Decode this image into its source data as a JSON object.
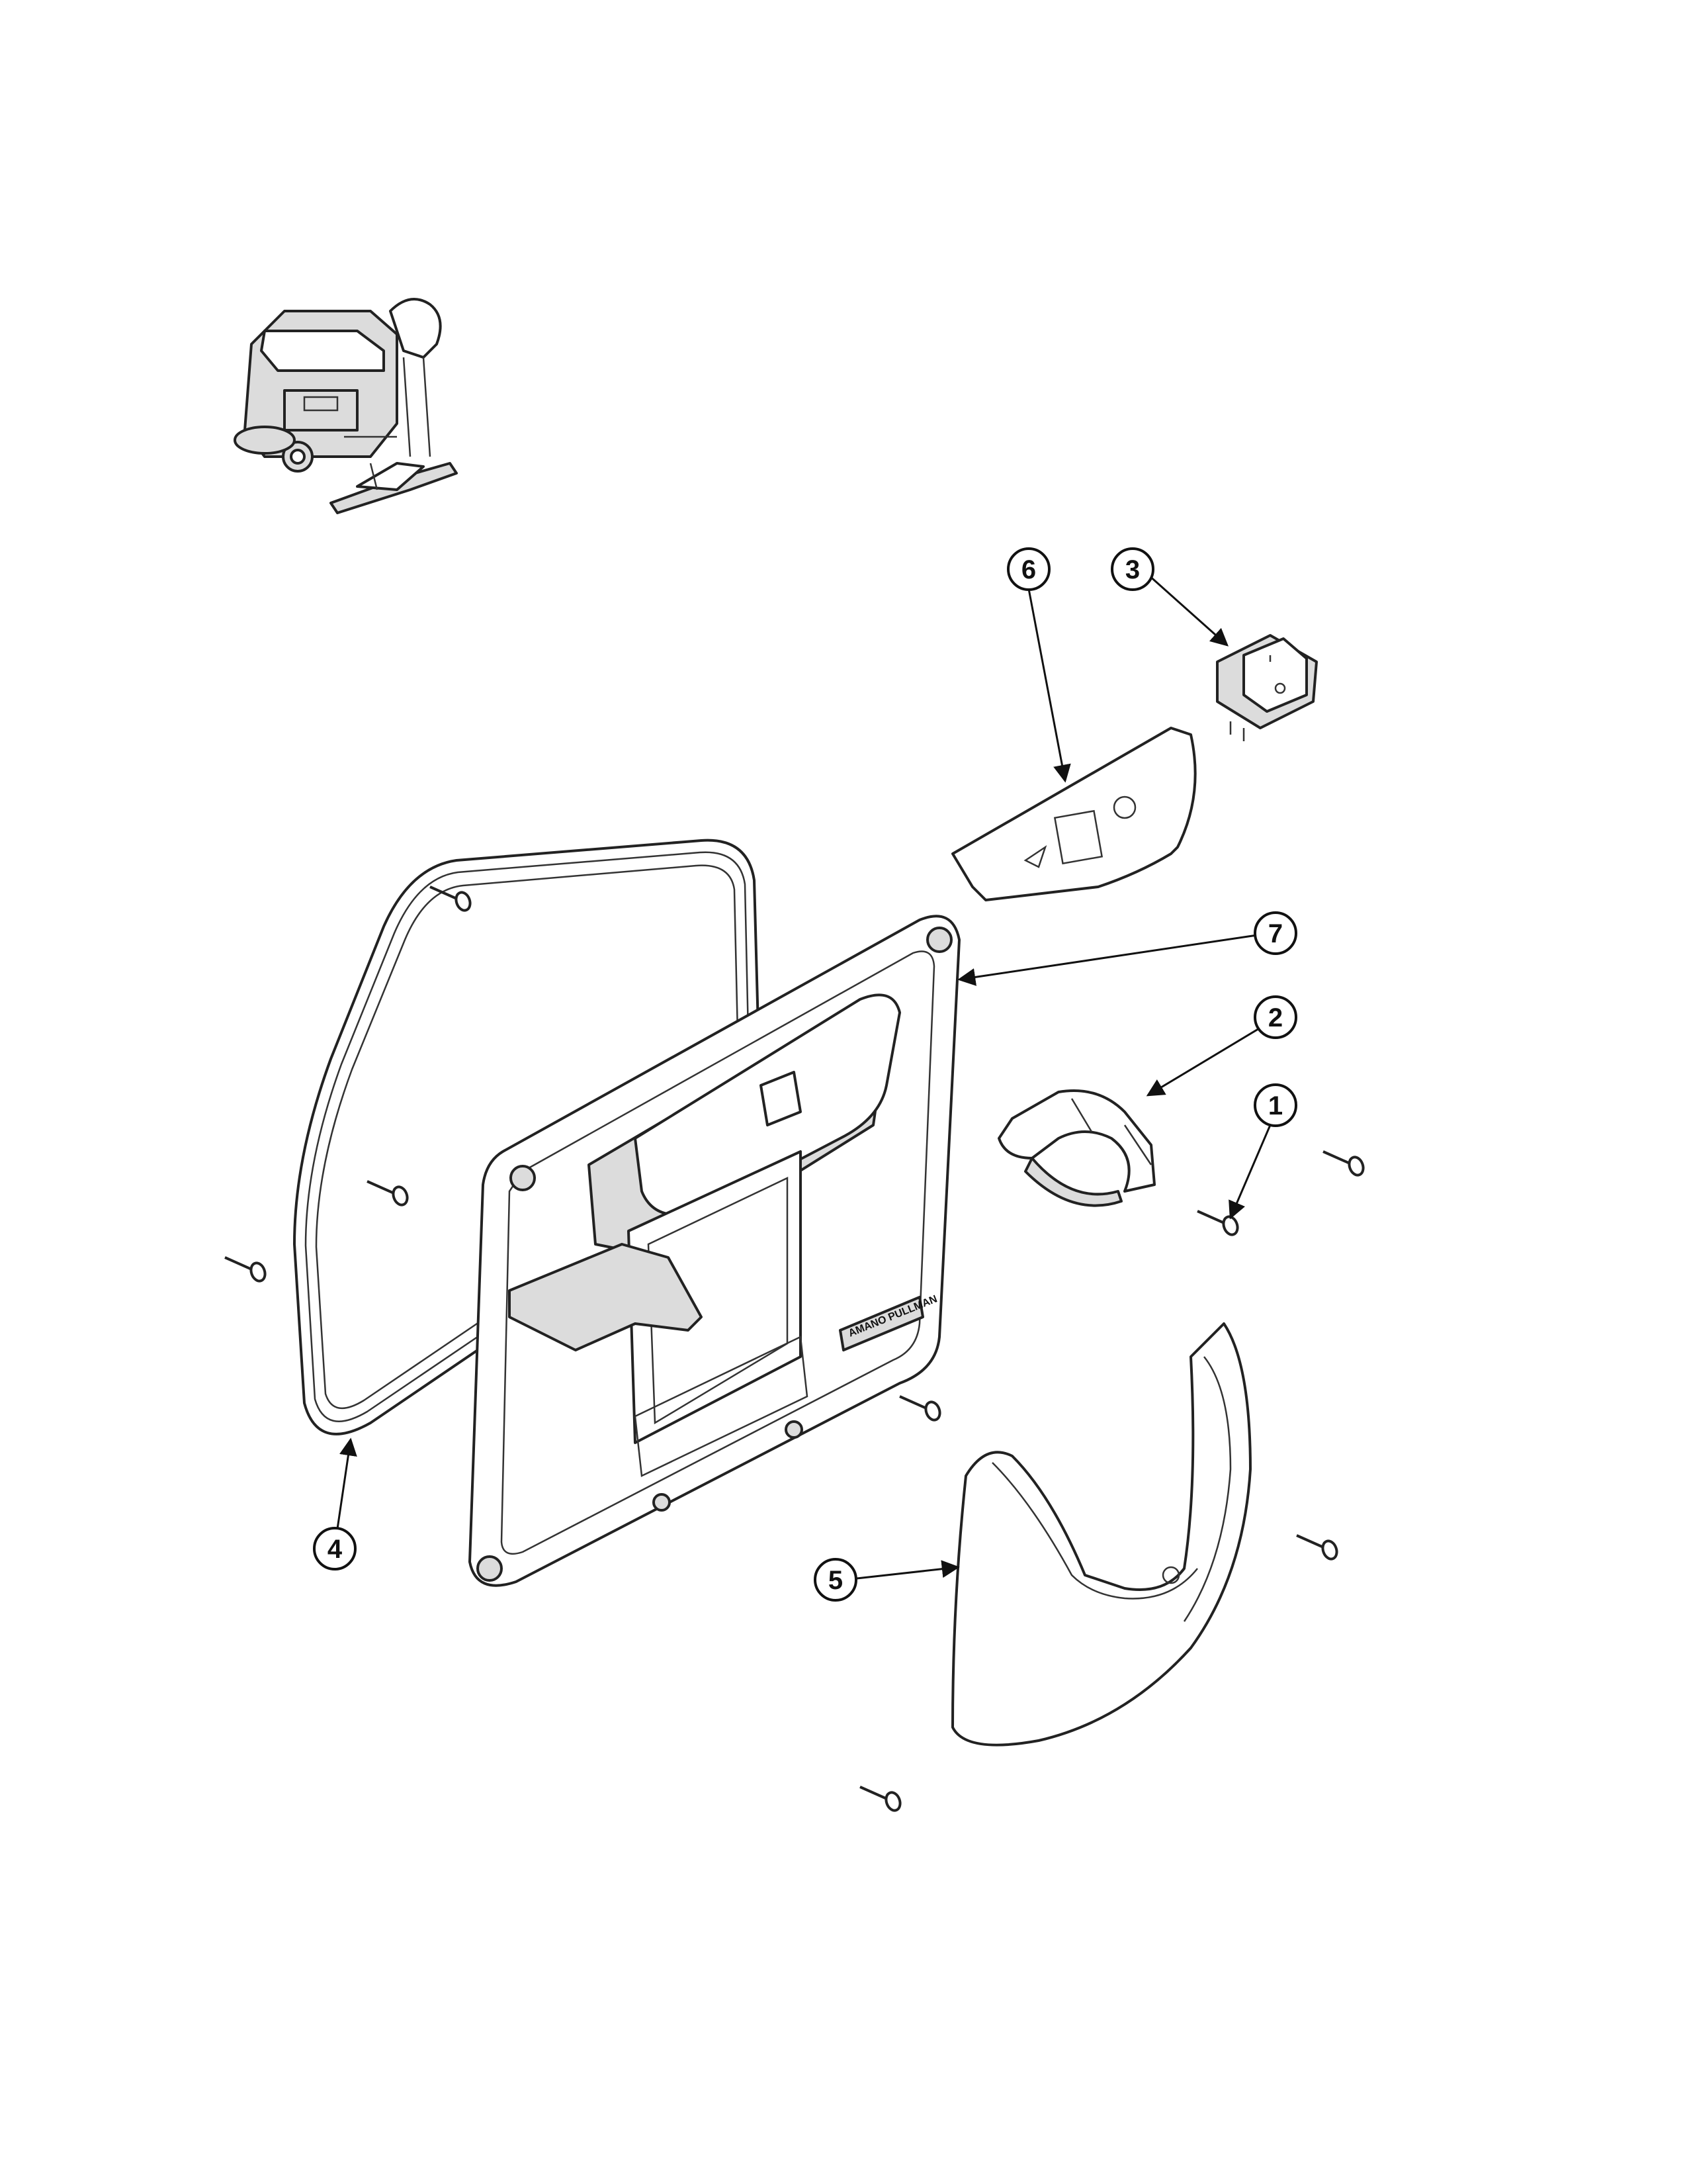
{
  "diagram": {
    "callouts": [
      {
        "id": "callout-1",
        "label": "1"
      },
      {
        "id": "callout-2",
        "label": "2"
      },
      {
        "id": "callout-3",
        "label": "3"
      },
      {
        "id": "callout-4",
        "label": "4"
      },
      {
        "id": "callout-5",
        "label": "5"
      },
      {
        "id": "callout-6",
        "label": "6"
      },
      {
        "id": "callout-7",
        "label": "7"
      }
    ],
    "logo_text": "AMANO PULLMAN"
  }
}
